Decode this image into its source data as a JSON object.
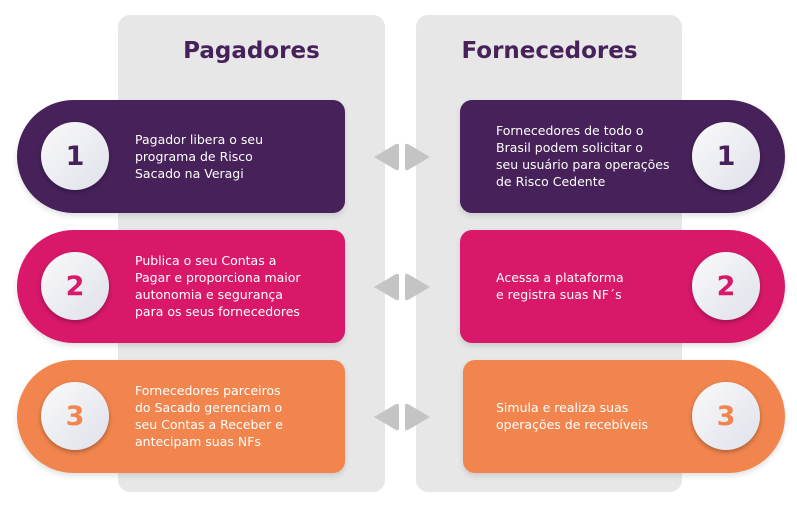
{
  "colors": {
    "purple": "#47215a",
    "pink": "#d9186a",
    "orange": "#f2854e",
    "panel": "#e7e7e8",
    "arrow": "#c4c4c4"
  },
  "pagadores": {
    "title": "Pagadores",
    "steps": [
      {
        "number": "1",
        "lines": [
          "Pagador libera o seu",
          "programa de Risco",
          "Sacado na Veragi"
        ]
      },
      {
        "number": "2",
        "lines": [
          "Publica o seu Contas a",
          "Pagar e proporciona maior",
          "autonomia e segurança",
          "para os seus fornecedores"
        ]
      },
      {
        "number": "3",
        "lines": [
          "Fornecedores parceiros",
          "do Sacado gerenciam o",
          "seu Contas a Receber e",
          "antecipam suas NFs"
        ]
      }
    ]
  },
  "fornecedores": {
    "title": "Fornecedores",
    "steps": [
      {
        "number": "1",
        "lines": [
          "Fornecedores de todo o",
          "Brasil podem solicitar o",
          "seu usuário para operações",
          "de Risco Cedente"
        ]
      },
      {
        "number": "2",
        "lines": [
          "Acessa a plataforma",
          "e registra suas NF´s"
        ]
      },
      {
        "number": "3",
        "lines": [
          "Simula e realiza suas",
          "operações de recebíveis"
        ]
      }
    ]
  }
}
